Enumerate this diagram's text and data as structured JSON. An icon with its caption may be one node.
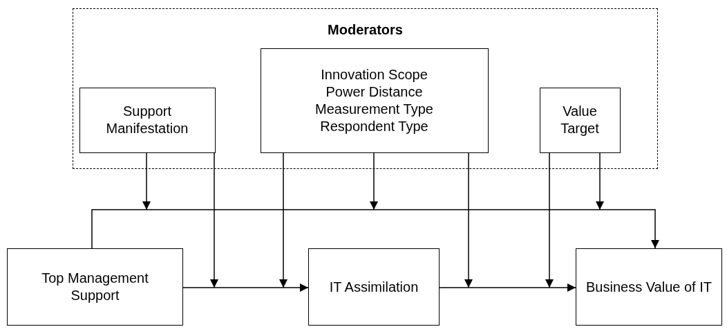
{
  "diagram": {
    "nodes": [
      {
        "text": [
          "Moderators"
        ]
      },
      {
        "text": [
          "Support Manifestation"
        ],
        "in": 0
      },
      {
        "text": [
          "Innovation Scope",
          "Power Distance",
          "Measurement Type",
          "Respondent Type"
        ],
        "in": 0
      },
      {
        "text": [
          "Value Target"
        ],
        "in": 0
      },
      {
        "text": [
          "Top Management Support"
        ]
      },
      {
        "text": [
          "IT Assimilation"
        ]
      },
      {
        "text": [
          "Business Value of IT"
        ]
      }
    ],
    "edges": [
      {
        "from": 4,
        "to": 5,
        "arrow": "to"
      },
      {
        "from": 5,
        "to": 6,
        "arrow": "to"
      },
      {
        "from": 4,
        "to": 6,
        "arrow": "to"
      },
      {
        "from": 1,
        "to": null,
        "arrow": "to"
      },
      {
        "from": 1,
        "to": null,
        "arrow": "to"
      },
      {
        "from": 2,
        "to": null,
        "arrow": "to"
      },
      {
        "from": 2,
        "to": null,
        "arrow": "to"
      },
      {
        "from": 2,
        "to": null,
        "arrow": "to"
      },
      {
        "from": 3,
        "to": null,
        "arrow": "to"
      },
      {
        "from": 3,
        "to": null,
        "arrow": "to"
      }
    ]
  }
}
